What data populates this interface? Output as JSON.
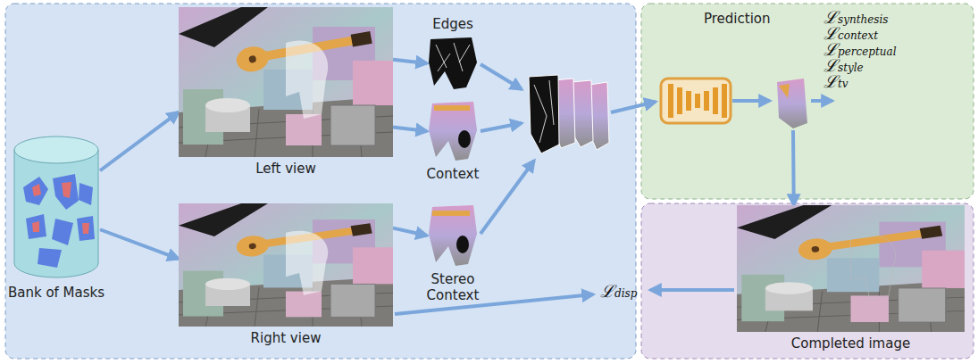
{
  "diagram": {
    "nodes": [
      {
        "text": [
          "Bank of Masks"
        ]
      },
      {
        "text": [
          "Left view"
        ]
      },
      {
        "text": [
          "Right view"
        ]
      },
      {
        "text": [
          "Edges"
        ]
      },
      {
        "text": [
          "Context"
        ]
      },
      {
        "text": [
          "Stereo Context"
        ]
      },
      {
        "text": [
          "Prediction"
        ]
      },
      {
        "text": [
          "Completed image"
        ]
      }
    ],
    "edges": [
      {
        "from": 0,
        "to": 1,
        "arrow": "to"
      },
      {
        "from": 0,
        "to": 2,
        "arrow": "to"
      },
      {
        "from": 1,
        "to": 3,
        "arrow": "to"
      },
      {
        "from": 1,
        "to": 4,
        "arrow": "to"
      },
      {
        "from": 2,
        "to": 5,
        "arrow": "to"
      },
      {
        "from": 6,
        "to": 7,
        "arrow": "to"
      }
    ],
    "labels": [
      "ℒsynthesis",
      "ℒcontext",
      "ℒperceptual",
      "ℒstyle",
      "ℒtv",
      "ℒdisp"
    ]
  }
}
